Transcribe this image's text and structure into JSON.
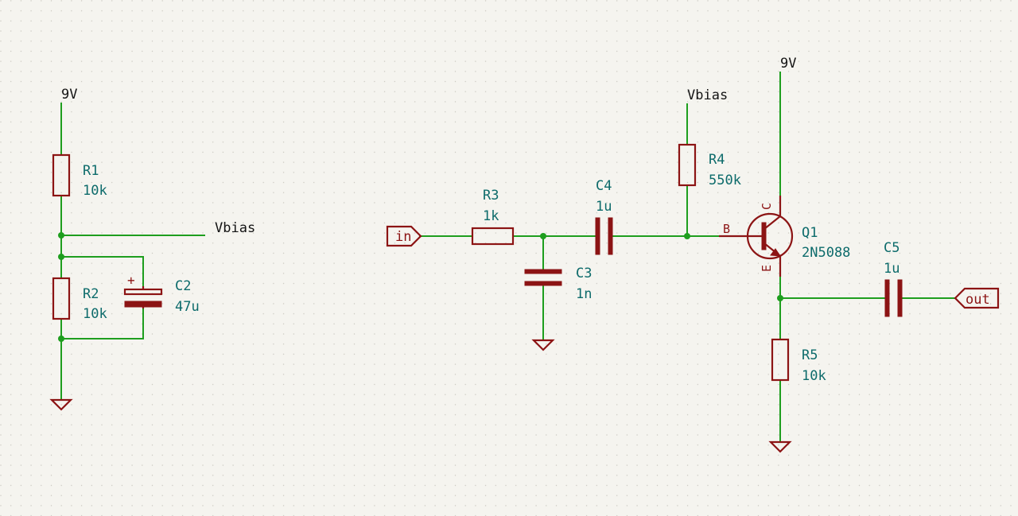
{
  "colors": {
    "background": "#f5f4ef",
    "wire": "#1e9e1e",
    "component": "#8c1414",
    "reference_text": "#0d6b6b",
    "net_text": "#141414"
  },
  "power": {
    "left_9v": "9V",
    "right_9v": "9V"
  },
  "nets": {
    "vbias_left": "Vbias",
    "vbias_right": "Vbias"
  },
  "ports": {
    "input": "in",
    "output": "out"
  },
  "components": {
    "R1": {
      "ref": "R1",
      "value": "10k"
    },
    "R2": {
      "ref": "R2",
      "value": "10k"
    },
    "C2": {
      "ref": "C2",
      "value": "47u",
      "polarity": "+"
    },
    "R3": {
      "ref": "R3",
      "value": "1k"
    },
    "C3": {
      "ref": "C3",
      "value": "1n"
    },
    "C4": {
      "ref": "C4",
      "value": "1u"
    },
    "R4": {
      "ref": "R4",
      "value": "550k"
    },
    "Q1": {
      "ref": "Q1",
      "value": "2N5088",
      "pin_b": "B",
      "pin_c": "C",
      "pin_e": "E"
    },
    "C5": {
      "ref": "C5",
      "value": "1u"
    },
    "R5": {
      "ref": "R5",
      "value": "10k"
    }
  }
}
